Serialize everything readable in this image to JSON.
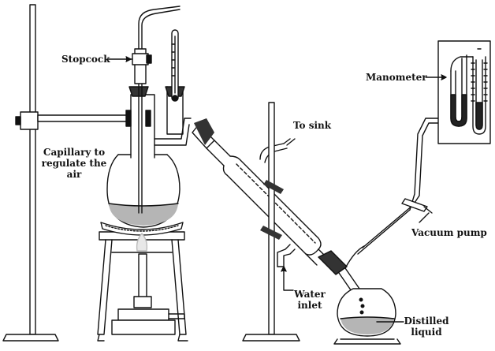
{
  "labels": {
    "stopcock": "Stopcock",
    "capillary": [
      "Capillary to",
      "regulate the",
      "air"
    ],
    "to_sink": "To sink",
    "manometer": "Manometer",
    "vacuum_pump": "Vacuum pump",
    "water_inlet": [
      "Water",
      "inlet"
    ],
    "distilled_liquid": [
      "Distilled",
      "liquid"
    ]
  },
  "colors": {
    "outline": "#111111",
    "liquid": "#b5b5b5",
    "flame": "#e8e8e8",
    "mercury": "#222222",
    "background": "#ffffff"
  }
}
